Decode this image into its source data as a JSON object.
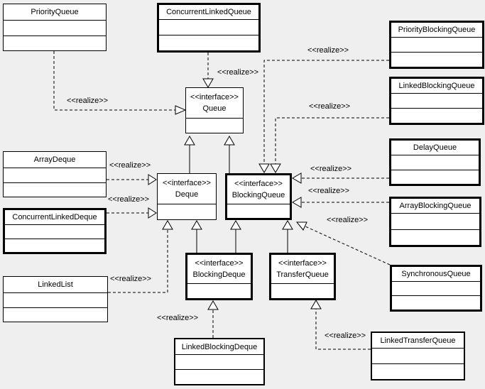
{
  "colors": {
    "background": "#efefef",
    "box_fill": "#ffffff",
    "line": "#000000"
  },
  "classes": {
    "priority_queue": {
      "name": "PriorityQueue"
    },
    "concurrent_linked_queue": {
      "name": "ConcurrentLinkedQueue"
    },
    "priority_blocking_queue": {
      "name": "PriorityBlockingQueue"
    },
    "linked_blocking_queue": {
      "name": "LinkedBlockingQueue"
    },
    "delay_queue": {
      "name": "DelayQueue"
    },
    "array_blocking_queue": {
      "name": "ArrayBlockingQueue"
    },
    "synchronous_queue": {
      "name": "SynchronousQueue"
    },
    "linked_transfer_queue": {
      "name": "LinkedTransferQueue"
    },
    "array_deque": {
      "name": "ArrayDeque"
    },
    "concurrent_linked_deque": {
      "name": "ConcurrentLinkedDeque"
    },
    "linked_list": {
      "name": "LinkedList"
    },
    "linked_blocking_deque": {
      "name": "LinkedBlockingDeque"
    }
  },
  "interfaces": {
    "queue": {
      "stereotype": "<<interface>>",
      "name": "Queue"
    },
    "deque": {
      "stereotype": "<<interface>>",
      "name": "Deque"
    },
    "blocking_queue": {
      "stereotype": "<<interface>>",
      "name": "BlockingQueue"
    },
    "blocking_deque": {
      "stereotype": "<<interface>>",
      "name": "BlockingDeque"
    },
    "transfer_queue": {
      "stereotype": "<<interface>>",
      "name": "TransferQueue"
    }
  },
  "edges": [
    {
      "from": "PriorityQueue",
      "to": "Queue",
      "type": "realize",
      "label": "<<realize>>"
    },
    {
      "from": "ConcurrentLinkedQueue",
      "to": "Queue",
      "type": "realize",
      "label": "<<realize>>"
    },
    {
      "from": "PriorityBlockingQueue",
      "to": "BlockingQueue",
      "type": "realize",
      "label": "<<realize>>"
    },
    {
      "from": "LinkedBlockingQueue",
      "to": "BlockingQueue",
      "type": "realize",
      "label": "<<realize>>"
    },
    {
      "from": "DelayQueue",
      "to": "BlockingQueue",
      "type": "realize",
      "label": "<<realize>>"
    },
    {
      "from": "ArrayBlockingQueue",
      "to": "BlockingQueue",
      "type": "realize",
      "label": "<<realize>>"
    },
    {
      "from": "SynchronousQueue",
      "to": "BlockingQueue",
      "type": "realize",
      "label": "<<realize>>"
    },
    {
      "from": "LinkedTransferQueue",
      "to": "TransferQueue",
      "type": "realize",
      "label": "<<realize>>"
    },
    {
      "from": "LinkedBlockingDeque",
      "to": "BlockingDeque",
      "type": "realize",
      "label": "<<realize>>"
    },
    {
      "from": "LinkedList",
      "to": "Deque",
      "type": "realize",
      "label": "<<realize>>"
    },
    {
      "from": "ArrayDeque",
      "to": "Deque",
      "type": "realize",
      "label": "<<realize>>"
    },
    {
      "from": "ConcurrentLinkedDeque",
      "to": "Deque",
      "type": "realize",
      "label": "<<realize>>"
    },
    {
      "from": "Deque",
      "to": "Queue",
      "type": "generalization",
      "label": ""
    },
    {
      "from": "BlockingQueue",
      "to": "Queue",
      "type": "generalization",
      "label": ""
    },
    {
      "from": "BlockingDeque",
      "to": "Deque",
      "type": "generalization",
      "label": ""
    },
    {
      "from": "BlockingDeque",
      "to": "BlockingQueue",
      "type": "generalization",
      "label": ""
    },
    {
      "from": "TransferQueue",
      "to": "BlockingQueue",
      "type": "generalization",
      "label": ""
    }
  ]
}
